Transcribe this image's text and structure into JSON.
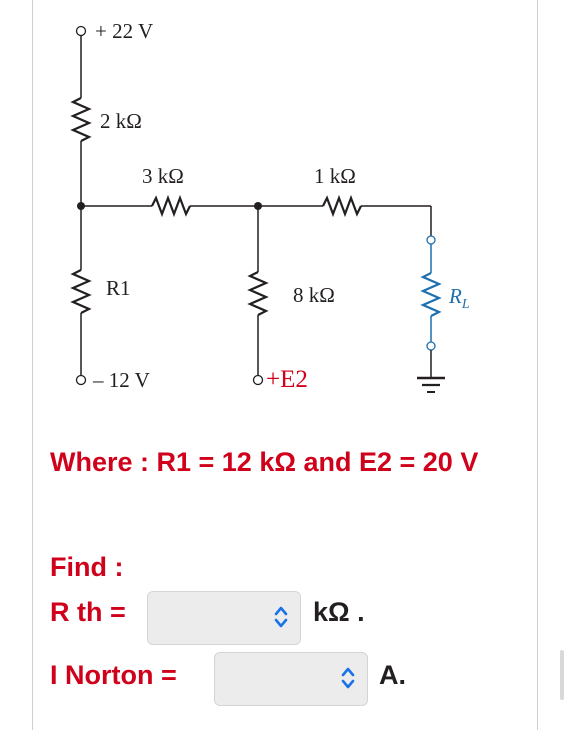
{
  "circuit": {
    "supply_top": "+ 22 V",
    "r_top": "2 kΩ",
    "r_mid1": "3 kΩ",
    "r_mid2": "1 kΩ",
    "r1": "R1",
    "r_8k": "8 kΩ",
    "load_r": "R",
    "load_sub": "L",
    "supply_bottom": "– 12 V",
    "e2": "+E2"
  },
  "problem": {
    "given": "Where : R1 = 12 kΩ and E2 = 20 V",
    "find": "Find :",
    "rth_label": "R th =",
    "rth_unit": "kΩ .",
    "in_label": "I Norton =",
    "in_unit": "A."
  },
  "colors": {
    "accent_red": "#d0021b",
    "circuit_blue": "#1e6fae"
  },
  "icons": {
    "select_chevron": "up-down-chevron-icon"
  }
}
